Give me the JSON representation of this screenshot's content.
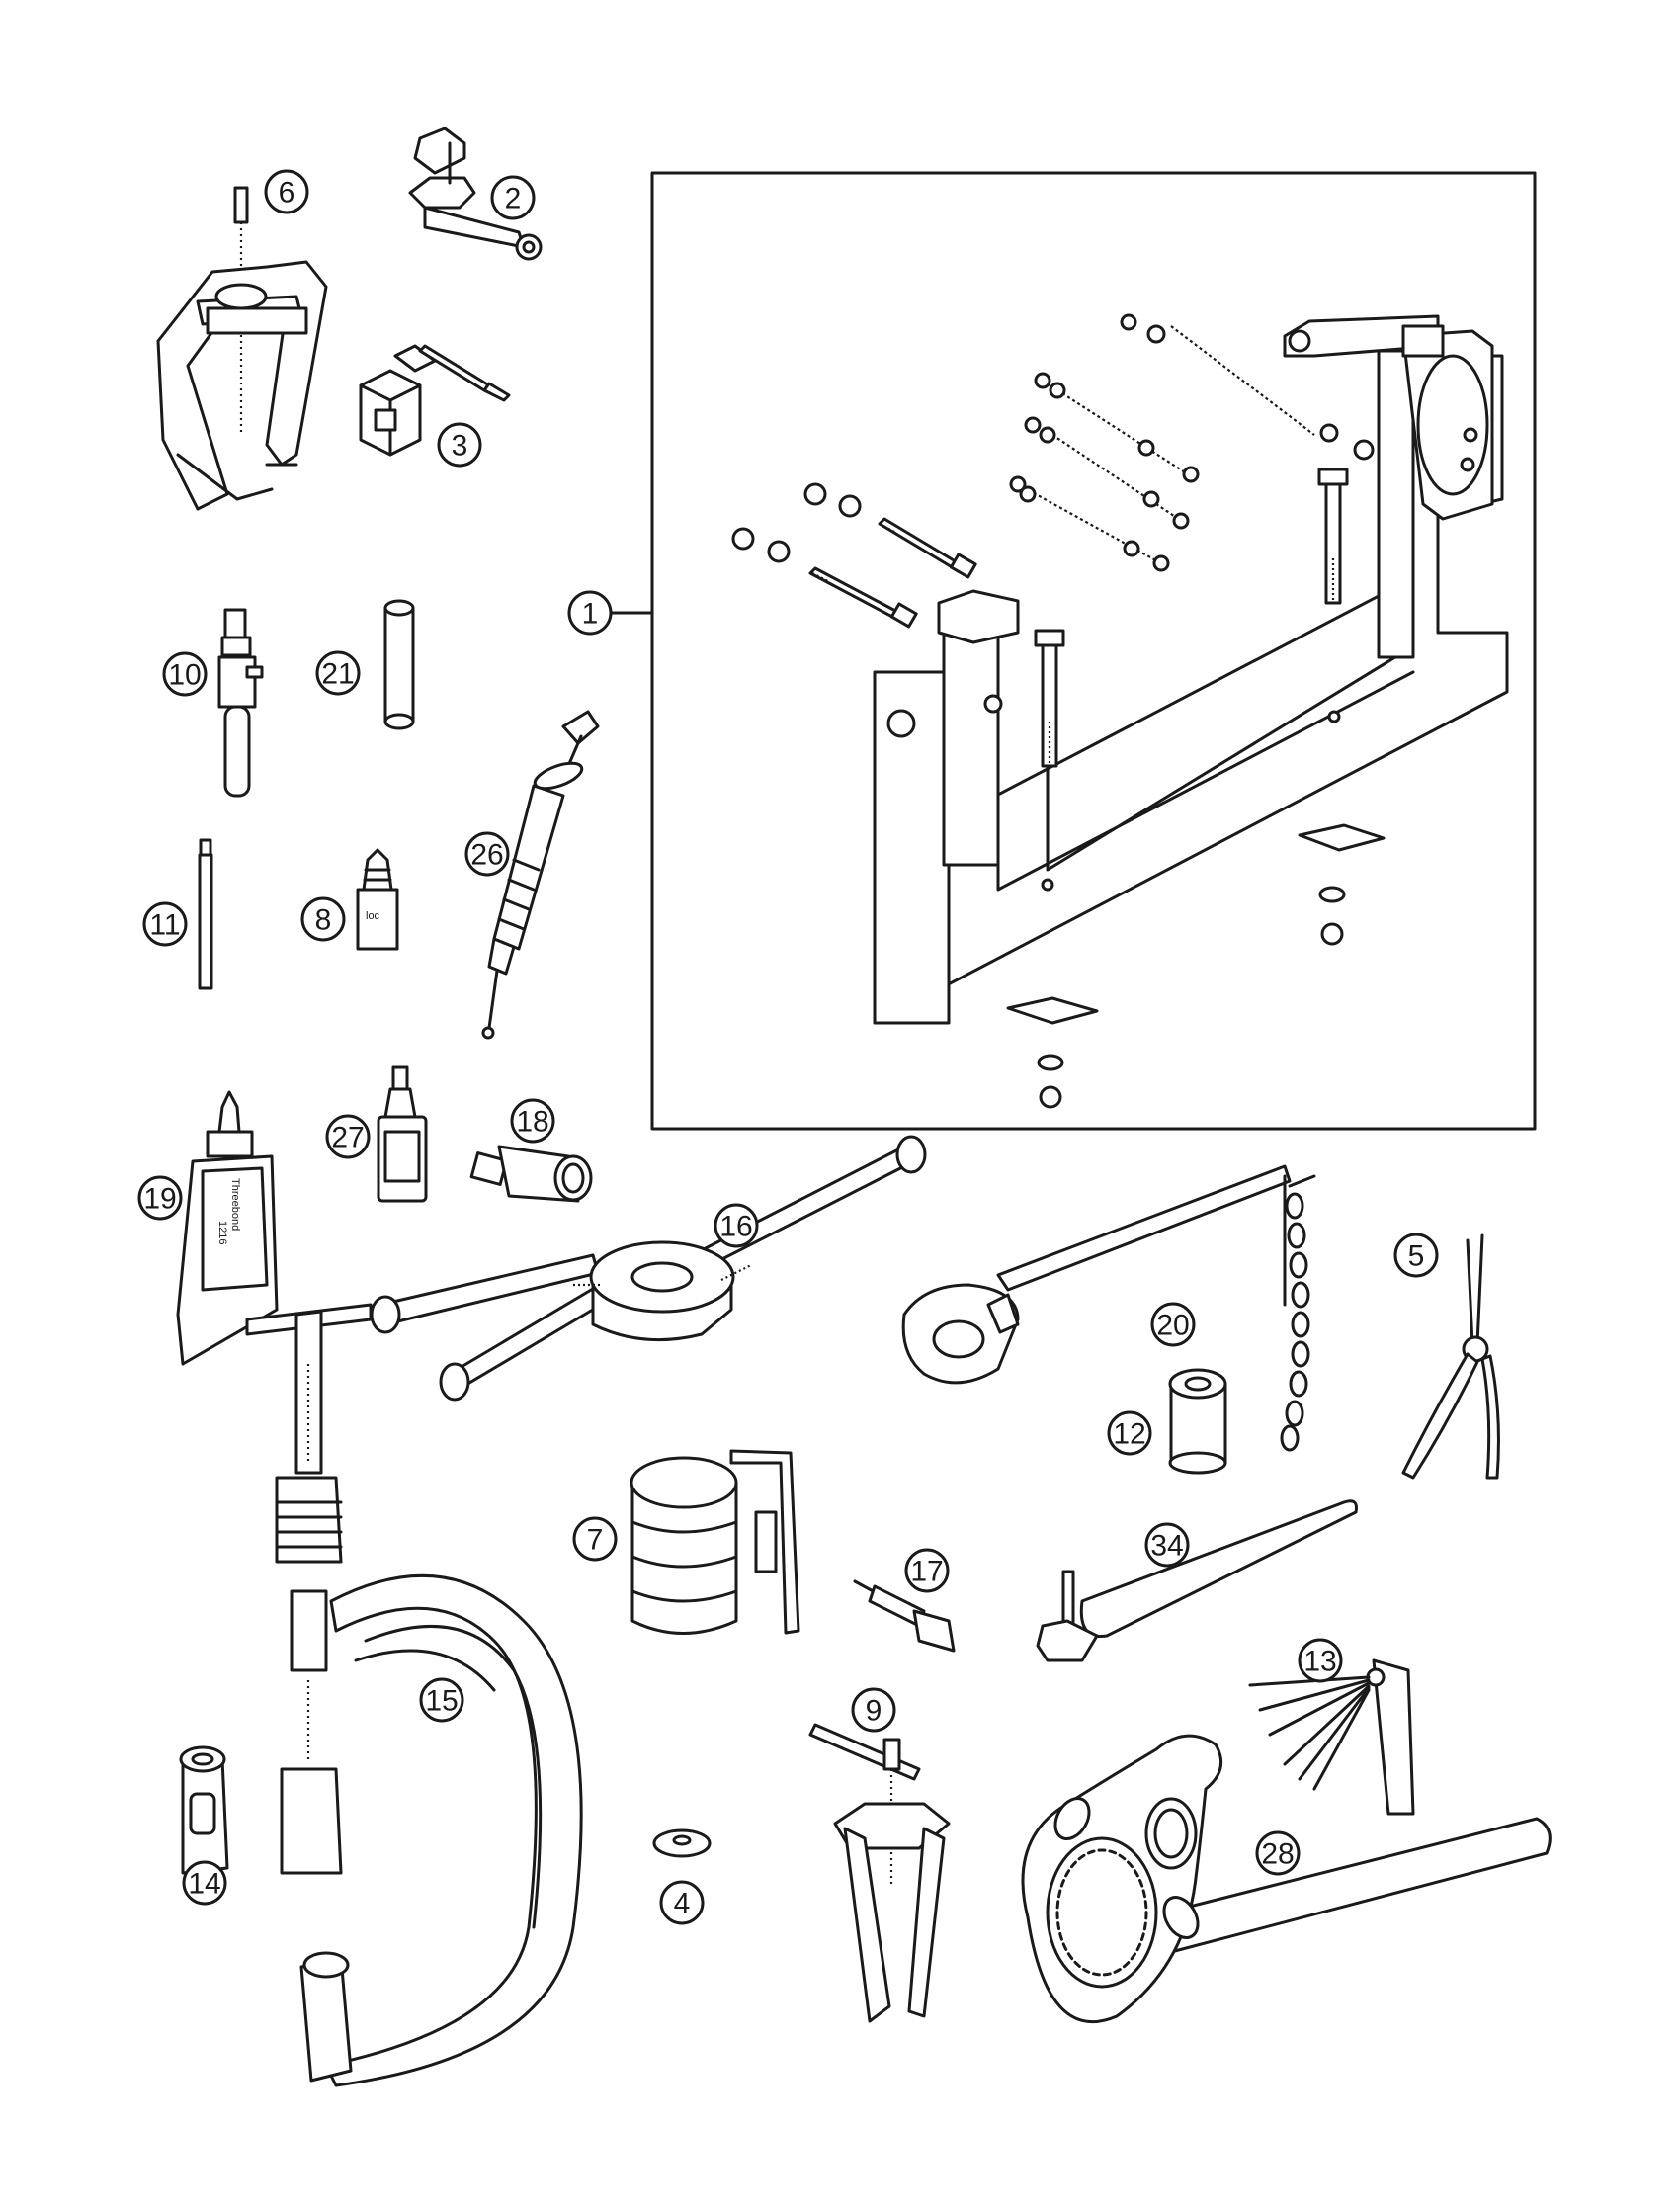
{
  "callouts": [
    {
      "id": "1",
      "label": "1"
    },
    {
      "id": "2",
      "label": "2"
    },
    {
      "id": "3",
      "label": "3"
    },
    {
      "id": "4",
      "label": "4"
    },
    {
      "id": "5",
      "label": "5"
    },
    {
      "id": "6",
      "label": "6"
    },
    {
      "id": "7",
      "label": "7"
    },
    {
      "id": "8",
      "label": "8"
    },
    {
      "id": "9",
      "label": "9"
    },
    {
      "id": "10",
      "label": "10"
    },
    {
      "id": "11",
      "label": "11"
    },
    {
      "id": "12",
      "label": "12"
    },
    {
      "id": "13",
      "label": "13"
    },
    {
      "id": "14",
      "label": "14"
    },
    {
      "id": "15",
      "label": "15"
    },
    {
      "id": "16",
      "label": "16"
    },
    {
      "id": "17",
      "label": "17"
    },
    {
      "id": "18",
      "label": "18"
    },
    {
      "id": "19",
      "label": "19"
    },
    {
      "id": "20",
      "label": "20"
    },
    {
      "id": "21",
      "label": "21"
    },
    {
      "id": "26",
      "label": "26"
    },
    {
      "id": "27",
      "label": "27"
    },
    {
      "id": "28",
      "label": "28"
    },
    {
      "id": "34",
      "label": "34"
    }
  ],
  "tube_label": {
    "brand": "Threebond",
    "code": "1216"
  },
  "colors": {
    "line": "#1a1a1a",
    "background": "#ffffff"
  }
}
